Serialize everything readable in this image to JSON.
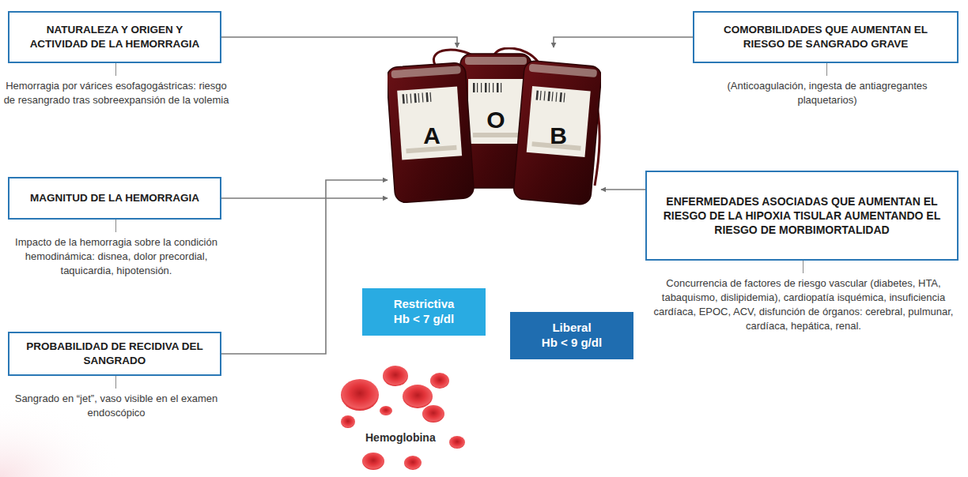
{
  "diagram": {
    "nodes": [
      {
        "text": [
          "NATURALEZA Y ORIGEN Y ACTIVIDAD DE LA HEMORRAGIA",
          "Hemorragia por várices esofagogástricas: riesgo de resangrado tras sobreexpansión de la volemia"
        ]
      },
      {
        "text": [
          "COMORBILIDADES QUE AUMENTAN EL RIESGO DE SANGRADO GRAVE",
          "(Anticoagulación, ingesta de antiagregantes plaquetarios)"
        ]
      },
      {
        "text": [
          "MAGNITUD DE LA HEMORRAGIA",
          "Impacto de la hemorragia sobre la condición hemodinámica: disnea, dolor precordial, taquicardia, hipotensión."
        ]
      },
      {
        "text": [
          "ENFERMEDADES ASOCIADAS QUE AUMENTAN EL RIESGO DE LA HIPOXIA TISULAR AUMENTANDO EL RIESGO DE MORBIMORTALIDAD",
          "Concurrencia de factores de riesgo vascular (diabetes, HTA, tabaquismo, dislipidemia), cardiopatía isquémica, insuficiencia cardíaca, EPOC, ACV, disfunción de órganos: cerebral, pulmunar, cardíaca, hepática, renal."
        ]
      },
      {
        "text": [
          "PROBABILIDAD DE RECIDIVA DEL SANGRADO",
          "Sangrado en “jet”, vaso visible en el examen endoscópico"
        ]
      },
      {
        "text": [
          "A",
          "O",
          "B"
        ]
      },
      {
        "text": [
          "Restrictiva",
          "Hb < 7 g/dl"
        ]
      },
      {
        "text": [
          "Liberal",
          "Hb < 9 g/dl"
        ]
      }
    ],
    "edges": [
      {
        "from": 0,
        "to": 5,
        "arrow": "to"
      },
      {
        "from": 1,
        "to": 5,
        "arrow": "to"
      },
      {
        "from": 2,
        "to": 5,
        "arrow": "to"
      },
      {
        "from": 3,
        "to": 5,
        "arrow": "to"
      },
      {
        "from": 4,
        "to": 5,
        "arrow": "to"
      }
    ],
    "labels": [
      "Hemoglobina"
    ]
  }
}
